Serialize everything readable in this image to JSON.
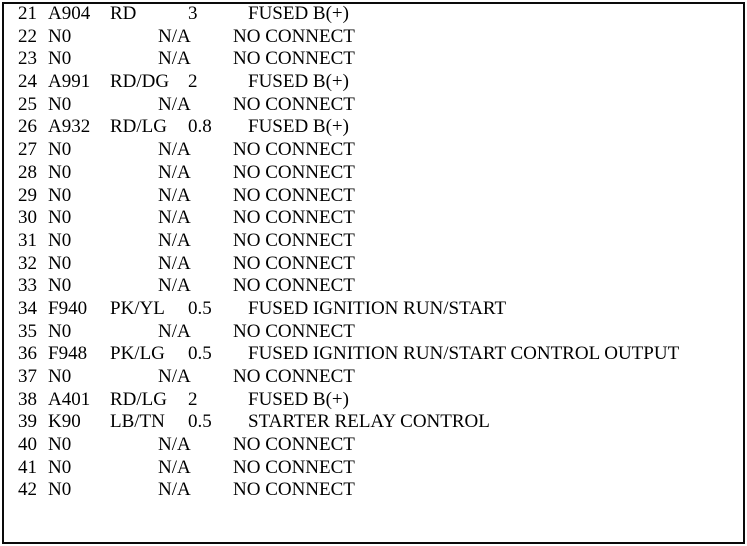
{
  "page": {
    "background_color": "#ffffff",
    "border_color": "#0a0a0a",
    "text_color": "#000000"
  },
  "table": {
    "rows": [
      {
        "pin": "21",
        "circuit": "A904",
        "color": "RD",
        "gauge": "3",
        "function": "FUSED B(+)"
      },
      {
        "pin": "22",
        "circuit": "N0",
        "color": "",
        "gauge": "N/A",
        "function": "NO CONNECT"
      },
      {
        "pin": "23",
        "circuit": "N0",
        "color": "",
        "gauge": "N/A",
        "function": "NO CONNECT"
      },
      {
        "pin": "24",
        "circuit": "A991",
        "color": "RD/DG",
        "gauge": "2",
        "function": "FUSED B(+)"
      },
      {
        "pin": "25",
        "circuit": "N0",
        "color": "",
        "gauge": "N/A",
        "function": "NO CONNECT"
      },
      {
        "pin": "26",
        "circuit": "A932",
        "color": "RD/LG",
        "gauge": "0.8",
        "function": "FUSED B(+)"
      },
      {
        "pin": "27",
        "circuit": "N0",
        "color": "",
        "gauge": "N/A",
        "function": "NO CONNECT"
      },
      {
        "pin": "28",
        "circuit": "N0",
        "color": "",
        "gauge": "N/A",
        "function": "NO CONNECT"
      },
      {
        "pin": "29",
        "circuit": "N0",
        "color": "",
        "gauge": "N/A",
        "function": "NO CONNECT"
      },
      {
        "pin": "30",
        "circuit": "N0",
        "color": "",
        "gauge": "N/A",
        "function": "NO CONNECT"
      },
      {
        "pin": "31",
        "circuit": "N0",
        "color": "",
        "gauge": "N/A",
        "function": "NO CONNECT"
      },
      {
        "pin": "32",
        "circuit": "N0",
        "color": "",
        "gauge": "N/A",
        "function": "NO CONNECT"
      },
      {
        "pin": "33",
        "circuit": "N0",
        "color": "",
        "gauge": "N/A",
        "function": "NO CONNECT"
      },
      {
        "pin": "34",
        "circuit": "F940",
        "color": "PK/YL",
        "gauge": "0.5",
        "function": "FUSED IGNITION RUN/START"
      },
      {
        "pin": "35",
        "circuit": "N0",
        "color": "",
        "gauge": "N/A",
        "function": "NO CONNECT"
      },
      {
        "pin": "36",
        "circuit": "F948",
        "color": "PK/LG",
        "gauge": "0.5",
        "function": "FUSED IGNITION RUN/START CONTROL OUTPUT"
      },
      {
        "pin": "37",
        "circuit": "N0",
        "color": "",
        "gauge": "N/A",
        "function": "NO CONNECT"
      },
      {
        "pin": "38",
        "circuit": "A401",
        "color": "RD/LG",
        "gauge": "2",
        "function": "FUSED B(+)"
      },
      {
        "pin": "39",
        "circuit": "K90",
        "color": "LB/TN",
        "gauge": "0.5",
        "function": "STARTER RELAY CONTROL"
      },
      {
        "pin": "40",
        "circuit": "N0",
        "color": "",
        "gauge": "N/A",
        "function": "NO CONNECT"
      },
      {
        "pin": "41",
        "circuit": "N0",
        "color": "",
        "gauge": "N/A",
        "function": "NO CONNECT"
      },
      {
        "pin": "42",
        "circuit": "N0",
        "color": "",
        "gauge": "N/A",
        "function": "NO CONNECT"
      }
    ]
  }
}
